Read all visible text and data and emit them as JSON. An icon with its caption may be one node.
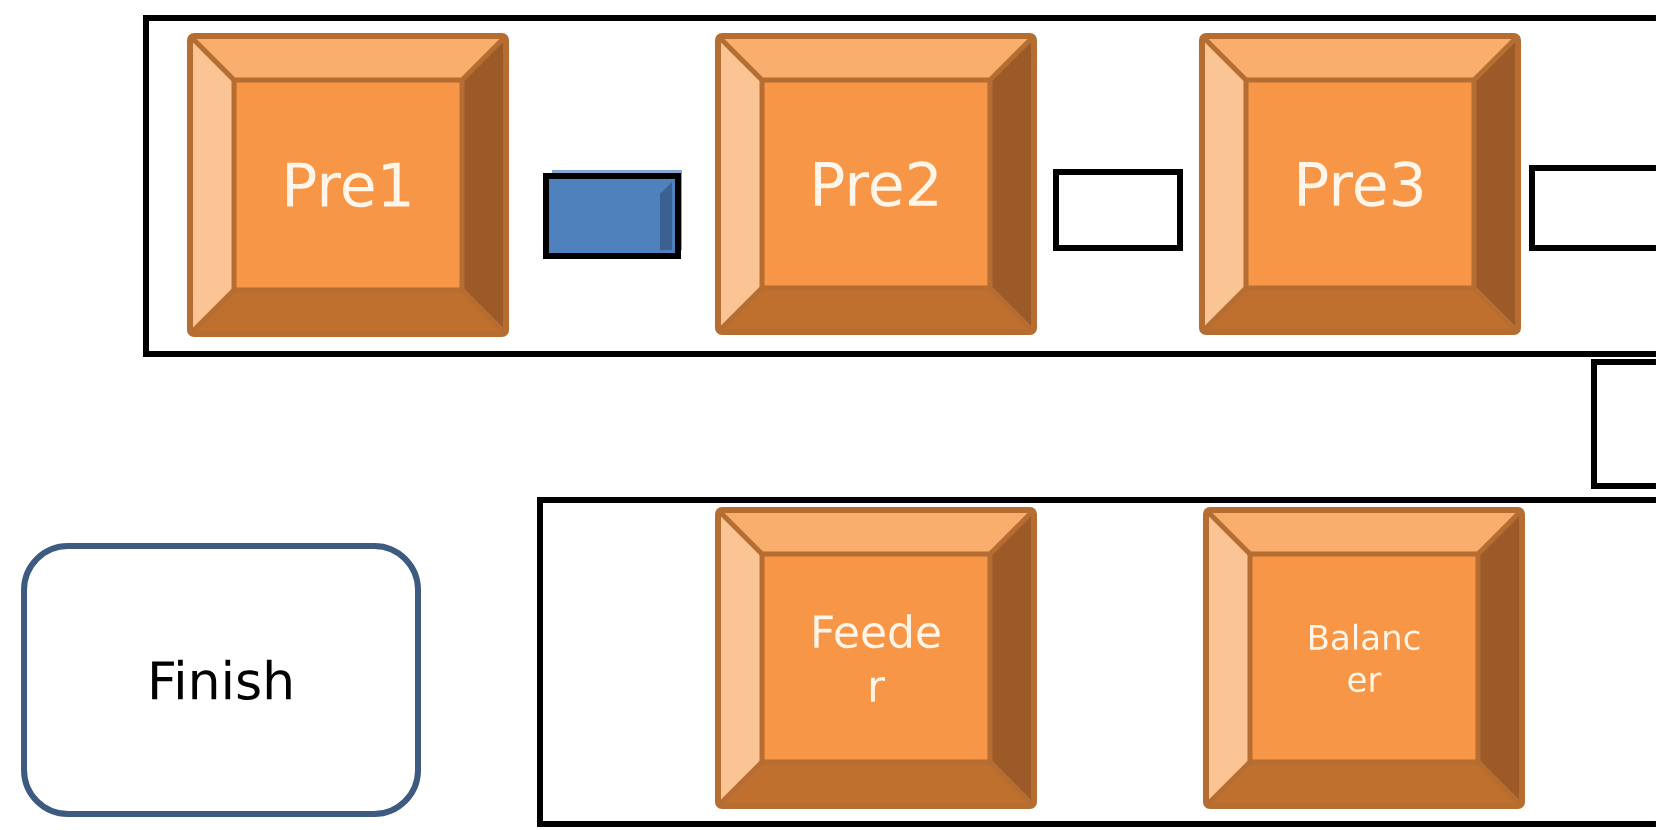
{
  "diagram": {
    "nodes": [
      {
        "text": [],
        "shape": "box"
      },
      {
        "text": [
          "Pre1"
        ],
        "in": 0
      },
      {
        "text": [],
        "shape": "box",
        "in": 0
      },
      {
        "text": [
          "Pre2"
        ],
        "in": 0
      },
      {
        "text": [],
        "shape": "box",
        "in": 0
      },
      {
        "text": [
          "Pre3"
        ],
        "in": 0
      },
      {
        "text": [],
        "shape": "box",
        "in": 0
      },
      {
        "text": [],
        "shape": "box"
      },
      {
        "text": [],
        "shape": "box"
      },
      {
        "text": [
          "Feede r"
        ],
        "in": 8
      },
      {
        "text": [
          "Balanc er"
        ],
        "in": 8
      },
      {
        "text": [
          "Finish"
        ]
      }
    ]
  }
}
